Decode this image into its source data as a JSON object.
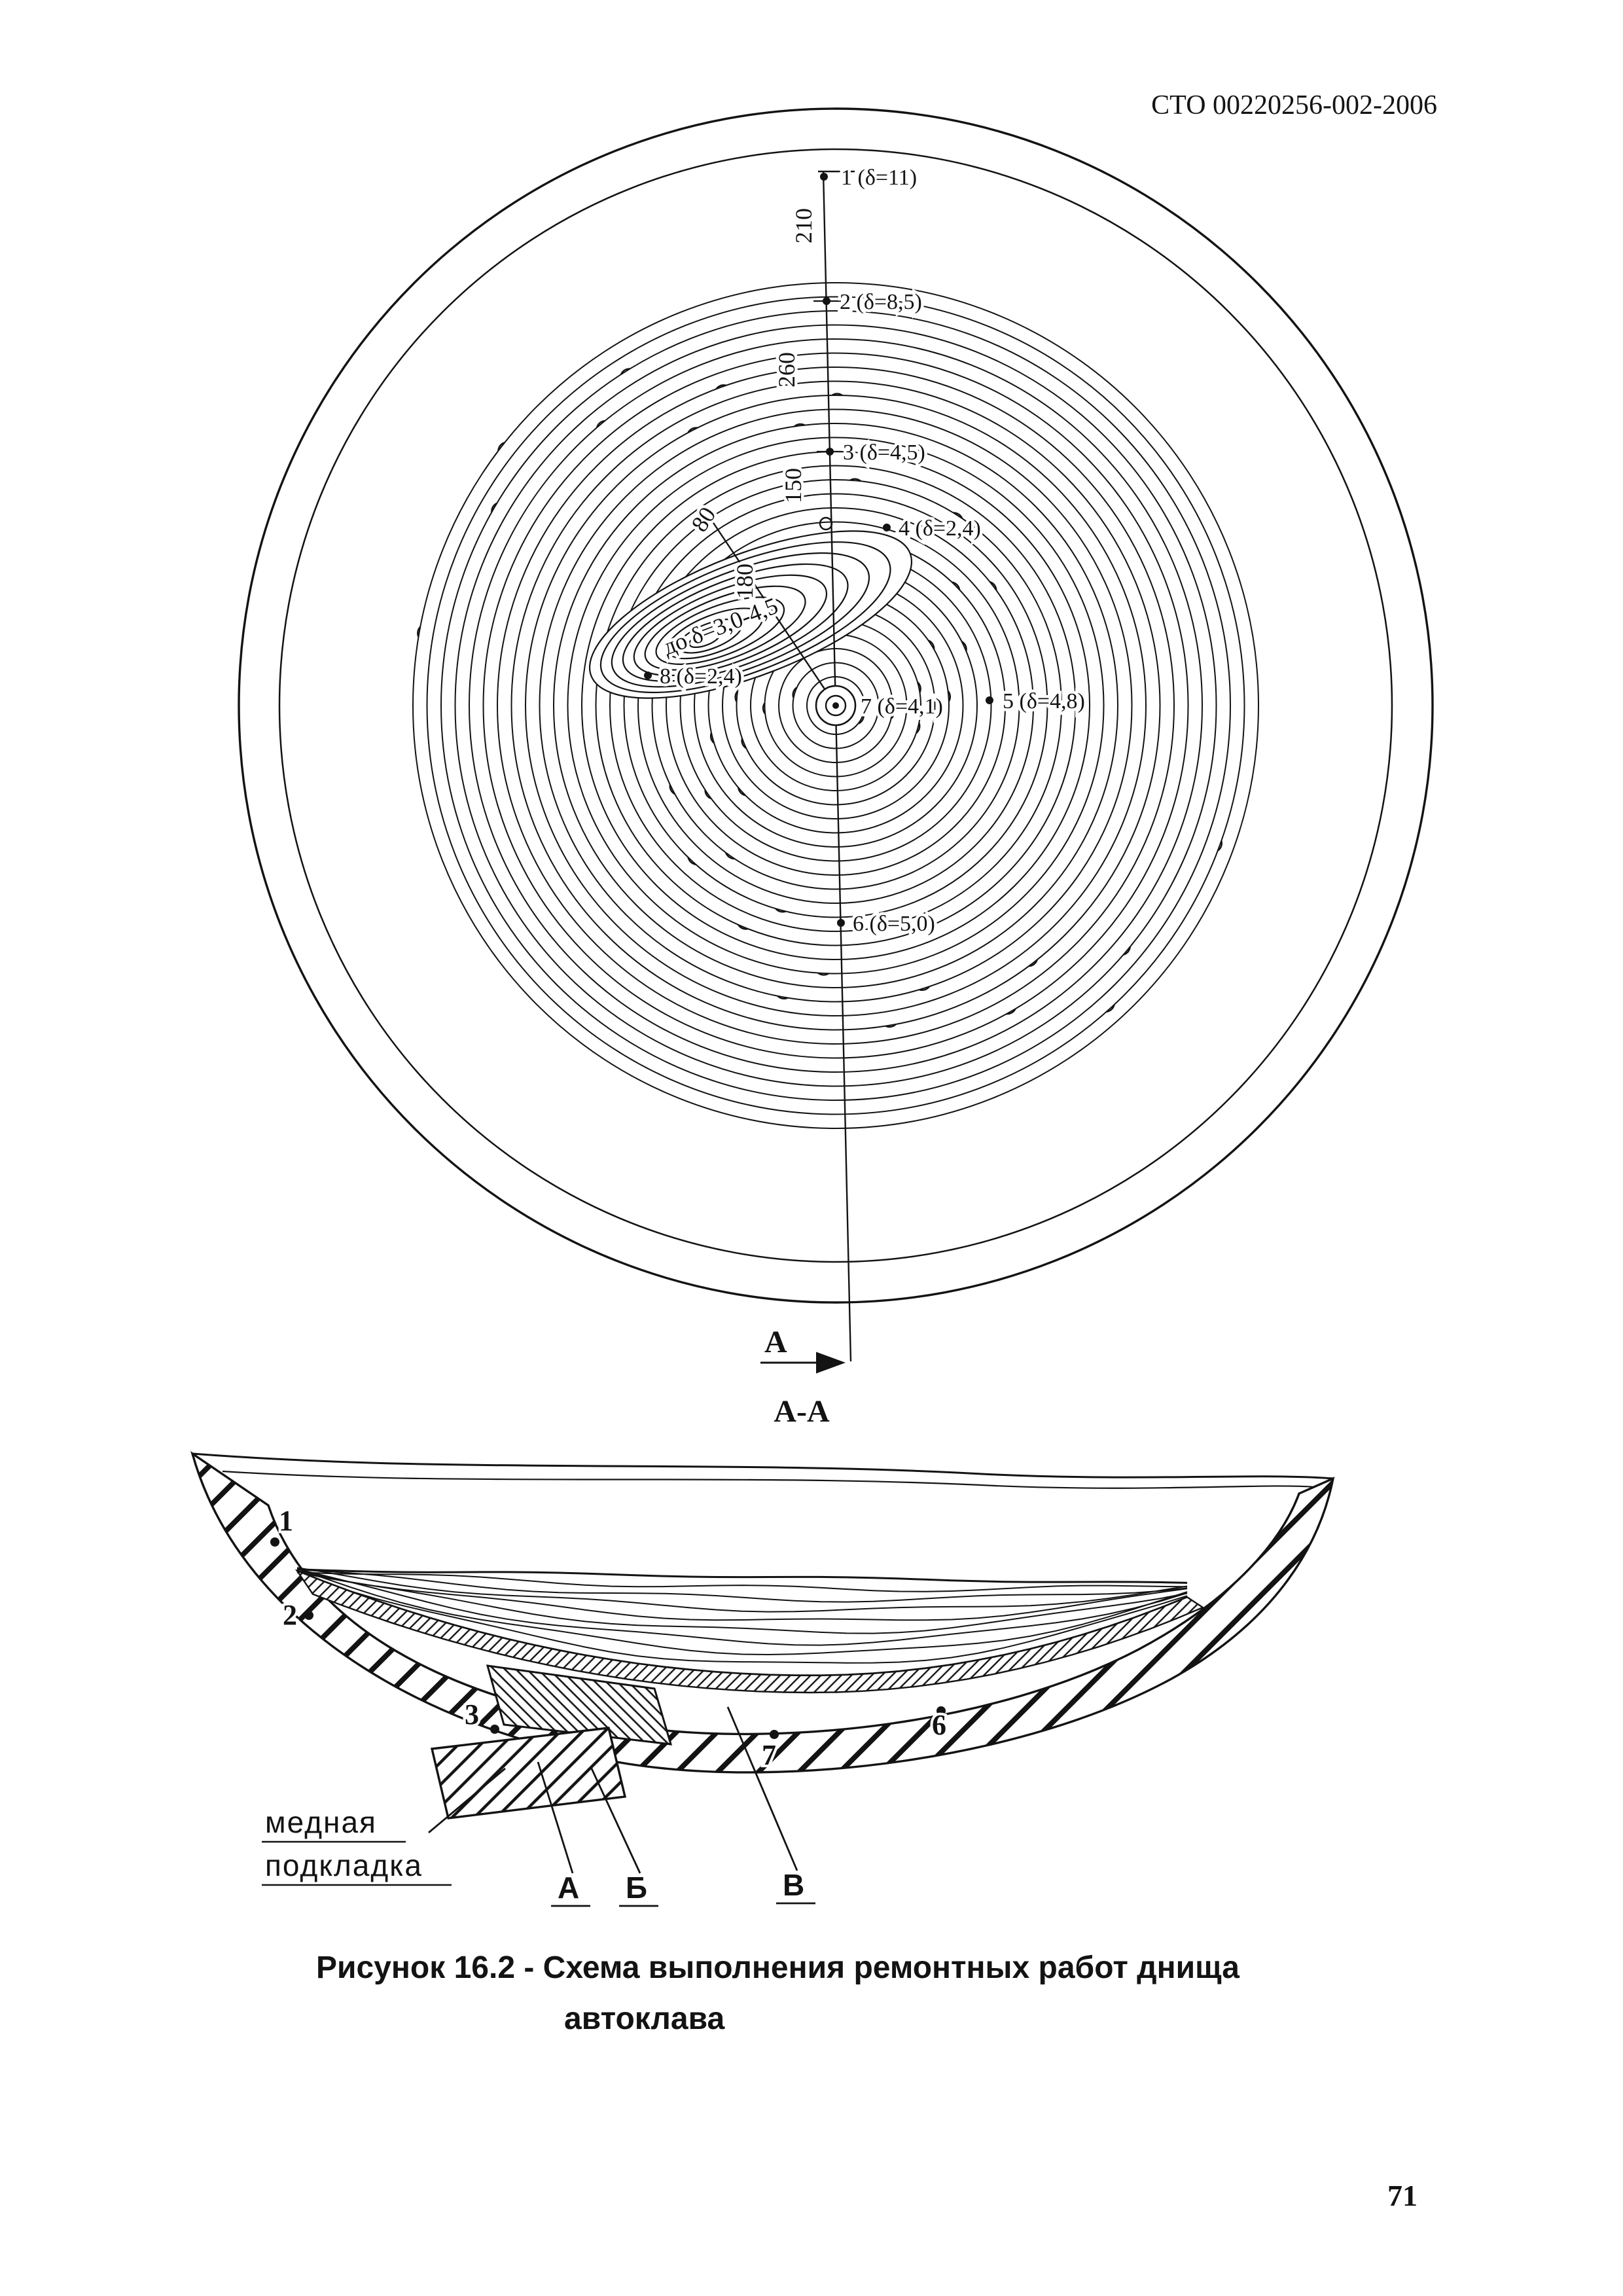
{
  "page": {
    "header": "СТО 00220256-002-2006",
    "number": "71"
  },
  "plan_view": {
    "section_arrow_label": "А",
    "section_title": "А-А",
    "points": {
      "p1": "1 (δ=11)",
      "p2": "2 (δ=8,5)",
      "p3": "3 (δ=4,5)",
      "p4": "4 (δ=2,4)",
      "p5": "5 (δ=4,8)",
      "p6": "6 (δ=5,0)",
      "p7": "7 (δ=4,1)",
      "p8": "8 (δ=2,4)"
    },
    "dims": {
      "d1": "210",
      "d2": "260",
      "d3": "150",
      "d4": "180",
      "d5": "80"
    },
    "patch_note": "до δ=3,0-4,5"
  },
  "section_view": {
    "points": {
      "s1": "1",
      "s2": "2",
      "s3": "3",
      "s7": "7",
      "s6": "6"
    },
    "callout_line1": "медная",
    "callout_line2": "подкладка",
    "weld_labels": {
      "a": "А",
      "b": "Б",
      "v": "В"
    }
  },
  "caption": {
    "line1": "Рисунок 16.2 - Схема выполнения ремонтных работ днища",
    "line2": "автоклава"
  }
}
